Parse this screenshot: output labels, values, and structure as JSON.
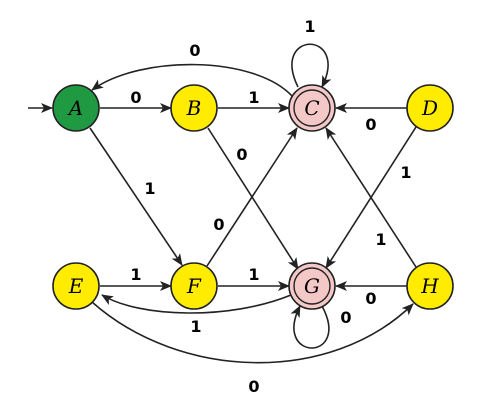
{
  "colors": {
    "start": "#1f9a43",
    "normal": "#ffec00",
    "accept": "#f5c8c8",
    "stroke": "#222222",
    "edge": "#222222"
  },
  "states": [
    {
      "id": "A",
      "label": "A",
      "kind": "start"
    },
    {
      "id": "B",
      "label": "B",
      "kind": "normal"
    },
    {
      "id": "C",
      "label": "C",
      "kind": "accept"
    },
    {
      "id": "D",
      "label": "D",
      "kind": "normal"
    },
    {
      "id": "E",
      "label": "E",
      "kind": "normal"
    },
    {
      "id": "F",
      "label": "F",
      "kind": "normal"
    },
    {
      "id": "G",
      "label": "G",
      "kind": "accept"
    },
    {
      "id": "H",
      "label": "H",
      "kind": "normal"
    }
  ],
  "transitions": [
    {
      "id": "a-b",
      "from": "A",
      "to": "B",
      "label": "0"
    },
    {
      "id": "a-f",
      "from": "A",
      "to": "F",
      "label": "1"
    },
    {
      "id": "b-c",
      "from": "B",
      "to": "C",
      "label": "1"
    },
    {
      "id": "b-g",
      "from": "B",
      "to": "G",
      "label": "0"
    },
    {
      "id": "c-a",
      "from": "C",
      "to": "A",
      "label": "0"
    },
    {
      "id": "c-c",
      "from": "C",
      "to": "C",
      "label": "1"
    },
    {
      "id": "d-c",
      "from": "D",
      "to": "C",
      "label": "0"
    },
    {
      "id": "d-g",
      "from": "D",
      "to": "G",
      "label": "1"
    },
    {
      "id": "e-f",
      "from": "E",
      "to": "F",
      "label": "1"
    },
    {
      "id": "e-h",
      "from": "E",
      "to": "H",
      "label": "0"
    },
    {
      "id": "f-c",
      "from": "F",
      "to": "C",
      "label": "0"
    },
    {
      "id": "f-g",
      "from": "F",
      "to": "G",
      "label": "1"
    },
    {
      "id": "g-e",
      "from": "G",
      "to": "E",
      "label": "1"
    },
    {
      "id": "g-g",
      "from": "G",
      "to": "G",
      "label": "0"
    },
    {
      "id": "h-g",
      "from": "H",
      "to": "G",
      "label": "0"
    },
    {
      "id": "h-c",
      "from": "H",
      "to": "C",
      "label": "1"
    }
  ]
}
